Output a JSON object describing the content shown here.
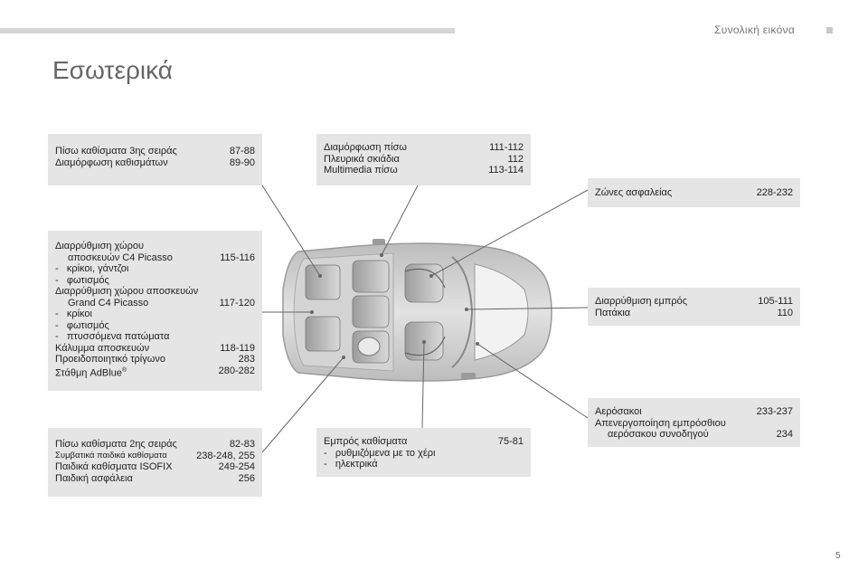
{
  "header": {
    "section": "Συνολική εικόνα"
  },
  "page_title": "Εσωτερικά",
  "page_number": "5",
  "boxes": {
    "rear3": {
      "rows": [
        {
          "label": "Πίσω καθίσματα 3ης σειράς",
          "pages": "87-88"
        },
        {
          "label": "Διαμόρφωση καθισμάτων",
          "pages": "89-90"
        }
      ]
    },
    "luggage": {
      "r1": "Διαρρύθμιση χώρου",
      "r2": {
        "label": "αποσκευών C4 Picasso",
        "pages": "115-116"
      },
      "r3": "κρίκοι, γάντζοι",
      "r4": "φωτισμός",
      "r5": "Διαρρύθμιση χώρου αποσκευών",
      "r6": {
        "label": "Grand C4 Picasso",
        "pages": "117-120"
      },
      "r7": "κρίκοι",
      "r8": "φωτισμός",
      "r9": "πτυσσόμενα πατώματα",
      "r10": {
        "label": "Κάλυμμα αποσκευών",
        "pages": "118-119"
      },
      "r11": {
        "label": "Προειδοποιητικό τρίγωνο",
        "pages": "283"
      },
      "r12": {
        "label": "Στάθμη AdBlue",
        "sup": "®",
        "pages": "280-282"
      }
    },
    "rear2": {
      "r1": {
        "label": "Πίσω καθίσματα 2ης σειράς",
        "pages": "82-83"
      },
      "r2": {
        "label": "Συμβατικά παιδικά καθίσματα",
        "pages": "238-248, 255"
      },
      "r3": {
        "label": "Παιδικά καθίσματα ISOFIX",
        "pages": "249-254"
      },
      "r4": {
        "label": "Παιδική ασφάλεια",
        "pages": "256"
      }
    },
    "rear_layout": {
      "rows": [
        {
          "label": "Διαμόρφωση πίσω",
          "pages": "111-112"
        },
        {
          "label": "Πλευρικά σκιάδια",
          "pages": "112"
        },
        {
          "label": "Multimedia πίσω",
          "pages": "113-114"
        }
      ]
    },
    "front_seats": {
      "r1": {
        "label": "Εμπρός καθίσματα",
        "pages": "75-81"
      },
      "r2": "ρυθμιζόμενα με το χέρι",
      "r3": "ηλεκτρικά"
    },
    "belts": {
      "label": "Ζώνες ασφαλείας",
      "pages": "228-232"
    },
    "front_layout": {
      "rows": [
        {
          "label": "Διαρρύθμιση εμπρός",
          "pages": "105-111"
        },
        {
          "label": "Πατάκια",
          "pages": "110"
        }
      ]
    },
    "airbags": {
      "r1": {
        "label": "Αερόσακοι",
        "pages": "233-237"
      },
      "r2": "Απενεργοποίηση εμπρόσθιου",
      "r3": {
        "label": "αερόσακου συνοδηγού",
        "pages": "234"
      }
    }
  }
}
